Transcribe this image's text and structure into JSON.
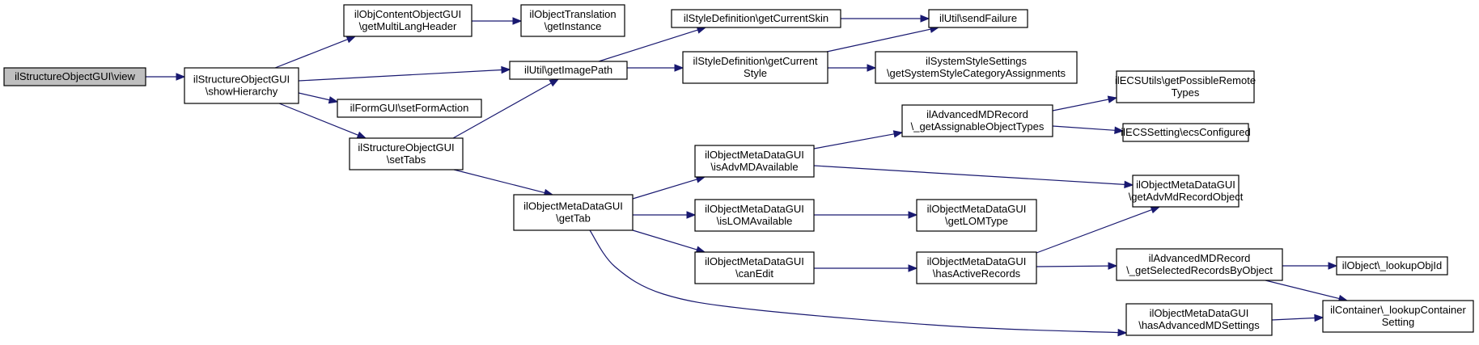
{
  "diagram": {
    "type": "call-graph",
    "colors": {
      "edge": "#191970",
      "root_fill": "#bfbfbf",
      "node_fill": "#ffffff",
      "node_border": "#000000"
    },
    "nodes": [
      {
        "id": "n0",
        "lines": [
          "ilStructureObjectGUI\\view"
        ],
        "root": true
      },
      {
        "id": "n1",
        "lines": [
          "ilStructureObjectGUI",
          "\\showHierarchy"
        ]
      },
      {
        "id": "n2",
        "lines": [
          "ilObjContentObjectGUI",
          "\\getMultiLangHeader"
        ]
      },
      {
        "id": "n3",
        "lines": [
          "ilObjectTranslation",
          "\\getInstance"
        ]
      },
      {
        "id": "n4",
        "lines": [
          "ilUtil\\getImagePath"
        ]
      },
      {
        "id": "n5",
        "lines": [
          "ilStyleDefinition\\getCurrentSkin"
        ]
      },
      {
        "id": "n6",
        "lines": [
          "ilUtil\\sendFailure"
        ]
      },
      {
        "id": "n7",
        "lines": [
          "ilStyleDefinition\\getCurrent",
          "Style"
        ]
      },
      {
        "id": "n8",
        "lines": [
          "ilSystemStyleSettings",
          "\\getSystemStyleCategoryAssignments"
        ]
      },
      {
        "id": "n9",
        "lines": [
          "ilFormGUI\\setFormAction"
        ]
      },
      {
        "id": "n10",
        "lines": [
          "ilStructureObjectGUI",
          "\\setTabs"
        ]
      },
      {
        "id": "n11",
        "lines": [
          "ilObjectMetaDataGUI",
          "\\getTab"
        ]
      },
      {
        "id": "n12",
        "lines": [
          "ilObjectMetaDataGUI",
          "\\isAdvMDAvailable"
        ]
      },
      {
        "id": "n13",
        "lines": [
          "ilAdvancedMDRecord",
          "\\_getAssignableObjectTypes"
        ]
      },
      {
        "id": "n14",
        "lines": [
          "ilECSUtils\\getPossibleRemote",
          "Types"
        ]
      },
      {
        "id": "n15",
        "lines": [
          "ilECSSetting\\ecsConfigured"
        ]
      },
      {
        "id": "n16",
        "lines": [
          "ilObjectMetaDataGUI",
          "\\getAdvMdRecordObject"
        ]
      },
      {
        "id": "n17",
        "lines": [
          "ilObjectMetaDataGUI",
          "\\isLOMAvailable"
        ]
      },
      {
        "id": "n18",
        "lines": [
          "ilObjectMetaDataGUI",
          "\\getLOMType"
        ]
      },
      {
        "id": "n19",
        "lines": [
          "ilObjectMetaDataGUI",
          "\\canEdit"
        ]
      },
      {
        "id": "n20",
        "lines": [
          "ilObjectMetaDataGUI",
          "\\hasActiveRecords"
        ]
      },
      {
        "id": "n21",
        "lines": [
          "ilAdvancedMDRecord",
          "\\_getSelectedRecordsByObject"
        ]
      },
      {
        "id": "n22",
        "lines": [
          "ilObject\\_lookupObjId"
        ]
      },
      {
        "id": "n23",
        "lines": [
          "ilContainer\\_lookupContainer",
          "Setting"
        ]
      },
      {
        "id": "n24",
        "lines": [
          "ilObjectMetaDataGUI",
          "\\hasAdvancedMDSettings"
        ]
      }
    ],
    "edges": [
      [
        "n0",
        "n1"
      ],
      [
        "n1",
        "n2"
      ],
      [
        "n1",
        "n4"
      ],
      [
        "n1",
        "n9"
      ],
      [
        "n1",
        "n10"
      ],
      [
        "n2",
        "n3"
      ],
      [
        "n4",
        "n5"
      ],
      [
        "n4",
        "n7"
      ],
      [
        "n5",
        "n6"
      ],
      [
        "n7",
        "n6"
      ],
      [
        "n7",
        "n8"
      ],
      [
        "n10",
        "n4"
      ],
      [
        "n10",
        "n11"
      ],
      [
        "n11",
        "n12"
      ],
      [
        "n11",
        "n17"
      ],
      [
        "n11",
        "n19"
      ],
      [
        "n11",
        "n24"
      ],
      [
        "n12",
        "n13"
      ],
      [
        "n12",
        "n16"
      ],
      [
        "n13",
        "n14"
      ],
      [
        "n13",
        "n15"
      ],
      [
        "n17",
        "n18"
      ],
      [
        "n19",
        "n20"
      ],
      [
        "n20",
        "n16"
      ],
      [
        "n20",
        "n21"
      ],
      [
        "n21",
        "n22"
      ],
      [
        "n21",
        "n23"
      ],
      [
        "n24",
        "n23"
      ]
    ]
  }
}
